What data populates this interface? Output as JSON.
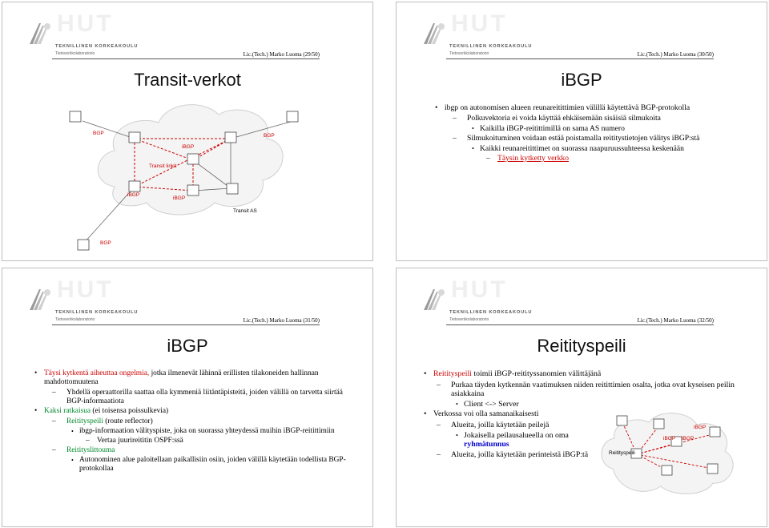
{
  "header": {
    "school": "TEKNILLINEN KORKEAKOULU",
    "lab": "Tietoverkkolaboratorio",
    "ghost": "HUT"
  },
  "slides": [
    {
      "author": "Lic.(Tech.) Marko Luoma (29/50)",
      "title": "Transit-verkot",
      "diagram": {
        "bgp_left": "BGP",
        "bgp_right": "BGP",
        "bgp_bottom": "BGP",
        "ibgp_top": "iBGP",
        "ibgp_left": "iBGP",
        "ibgp_mid": "iBGP",
        "transit_links": "Transit linkit",
        "transit_as": "Transit AS"
      }
    },
    {
      "author": "Lic.(Tech.) Marko Luoma (30/50)",
      "title": "iBGP",
      "bullets": [
        "ibgp on autonomisen alueen reunareitittimien välillä käytettävä BGP-protokolla",
        "Polkuvektoria ei voida käyttää ehkäisemään sisäisiä silmukoita",
        "Kaikilla iBGP-reitittimillä on sama AS numero",
        "Silmukoituminen voidaan estää poistamalla reititystietojen välitys iBGP:stä",
        "Kaikki reunareitittimet on suorassa naapuruussuhteessa keskenään",
        "Täysin kytketty verkko"
      ]
    },
    {
      "author": "Lic.(Tech.) Marko Luoma (31/50)",
      "title": "iBGP",
      "bullets": [
        "Täysi kytkentä aiheuttaa ongelmia,",
        " jotka ilmenevät lähinnä erillisten tilakoneiden hallinnan mahdottomuutena",
        "Yhdellä operaattorilla saattaa olla kymmeniä liitäntäpisteitä, joiden välillä on tarvetta siirtää BGP-informaatiota",
        "Kaksi ratkaisua",
        " (ei toisensa poissulkevia)",
        "Reitityspeili",
        " (route reflector)",
        "ibgp-informaation välityspiste, joka on suorassa yhteydessä muihin iBGP-reitittimiin",
        "Vertaa juurireititin OSPF:ssä",
        "Reitityslittouma",
        "Autonominen alue paloitellaan paikallisiin osiin, joiden välillä käytetään todellista BGP-protokollaa"
      ]
    },
    {
      "author": "Lic.(Tech.) Marko Luoma (32/50)",
      "title": "Reitityspeili",
      "bullets": [
        "Reitityspeili",
        " toimii iBGP-reitityssanomien välittäjänä",
        "Purkaa täyden kytkennän vaatimuksen niiden reitittimien osalta, jotka ovat kyseisen peilin asiakkaina",
        "Client <-> Server",
        "Verkossa voi olla samanaikaisesti",
        "Alueita, joilla käytetään peilejä",
        "Jokaisella peilausalueella on oma",
        "ryhmätunnus",
        "Alueita, joilla käytetään perinteistä iBGP:tä"
      ],
      "diagram": {
        "reflector": "Reitityspeili",
        "ibgp_a": "iBGP",
        "ibgp_b": "iBGP",
        "ibgp_c": "iBGP"
      }
    }
  ]
}
